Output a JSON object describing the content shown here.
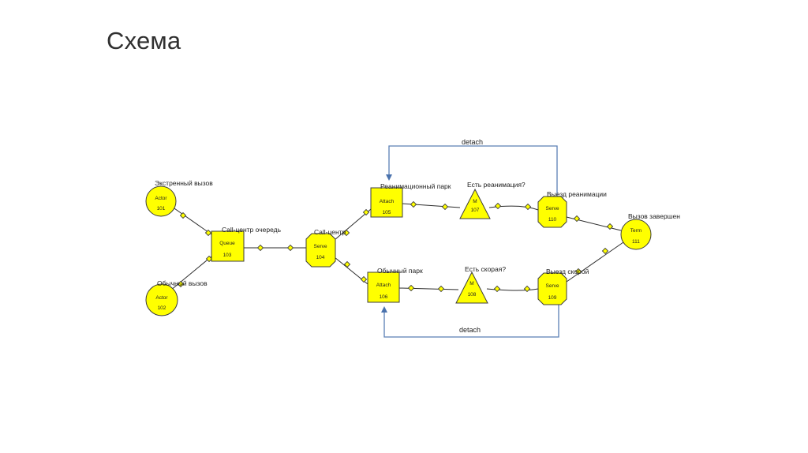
{
  "slide": {
    "title": "Схема"
  },
  "nodes": {
    "n101": {
      "label": "Экстренный вызов",
      "type": "Actor",
      "id": "101"
    },
    "n102": {
      "label": "Обычный вызов",
      "type": "Actor",
      "id": "102"
    },
    "n103": {
      "label": "Call-центр очередь",
      "type": "Queue",
      "id": "103"
    },
    "n104": {
      "label": "Call-центр",
      "type": "Serve",
      "id": "104"
    },
    "n105": {
      "label": "Реанимационный парк",
      "type": "Attach",
      "id": "105"
    },
    "n106": {
      "label": "Обычный парк",
      "type": "Attach",
      "id": "106"
    },
    "n107": {
      "label": "Есть реанимация?",
      "type": "M",
      "id": "107"
    },
    "n108": {
      "label": "Есть скорая?",
      "type": "M",
      "id": "108"
    },
    "n109": {
      "label": "Выезд скорой",
      "type": "Serve",
      "id": "109"
    },
    "n110": {
      "label": "Выезд реанимации",
      "type": "Serve",
      "id": "110"
    },
    "n111": {
      "label": "Вызов завершен",
      "type": "Term",
      "id": "111"
    }
  },
  "feedback": {
    "top": {
      "label": "detach"
    },
    "bottom": {
      "label": "detach"
    }
  },
  "colors": {
    "node_fill": "#ffff00",
    "feedback_arrow": "#5b7fb5"
  }
}
